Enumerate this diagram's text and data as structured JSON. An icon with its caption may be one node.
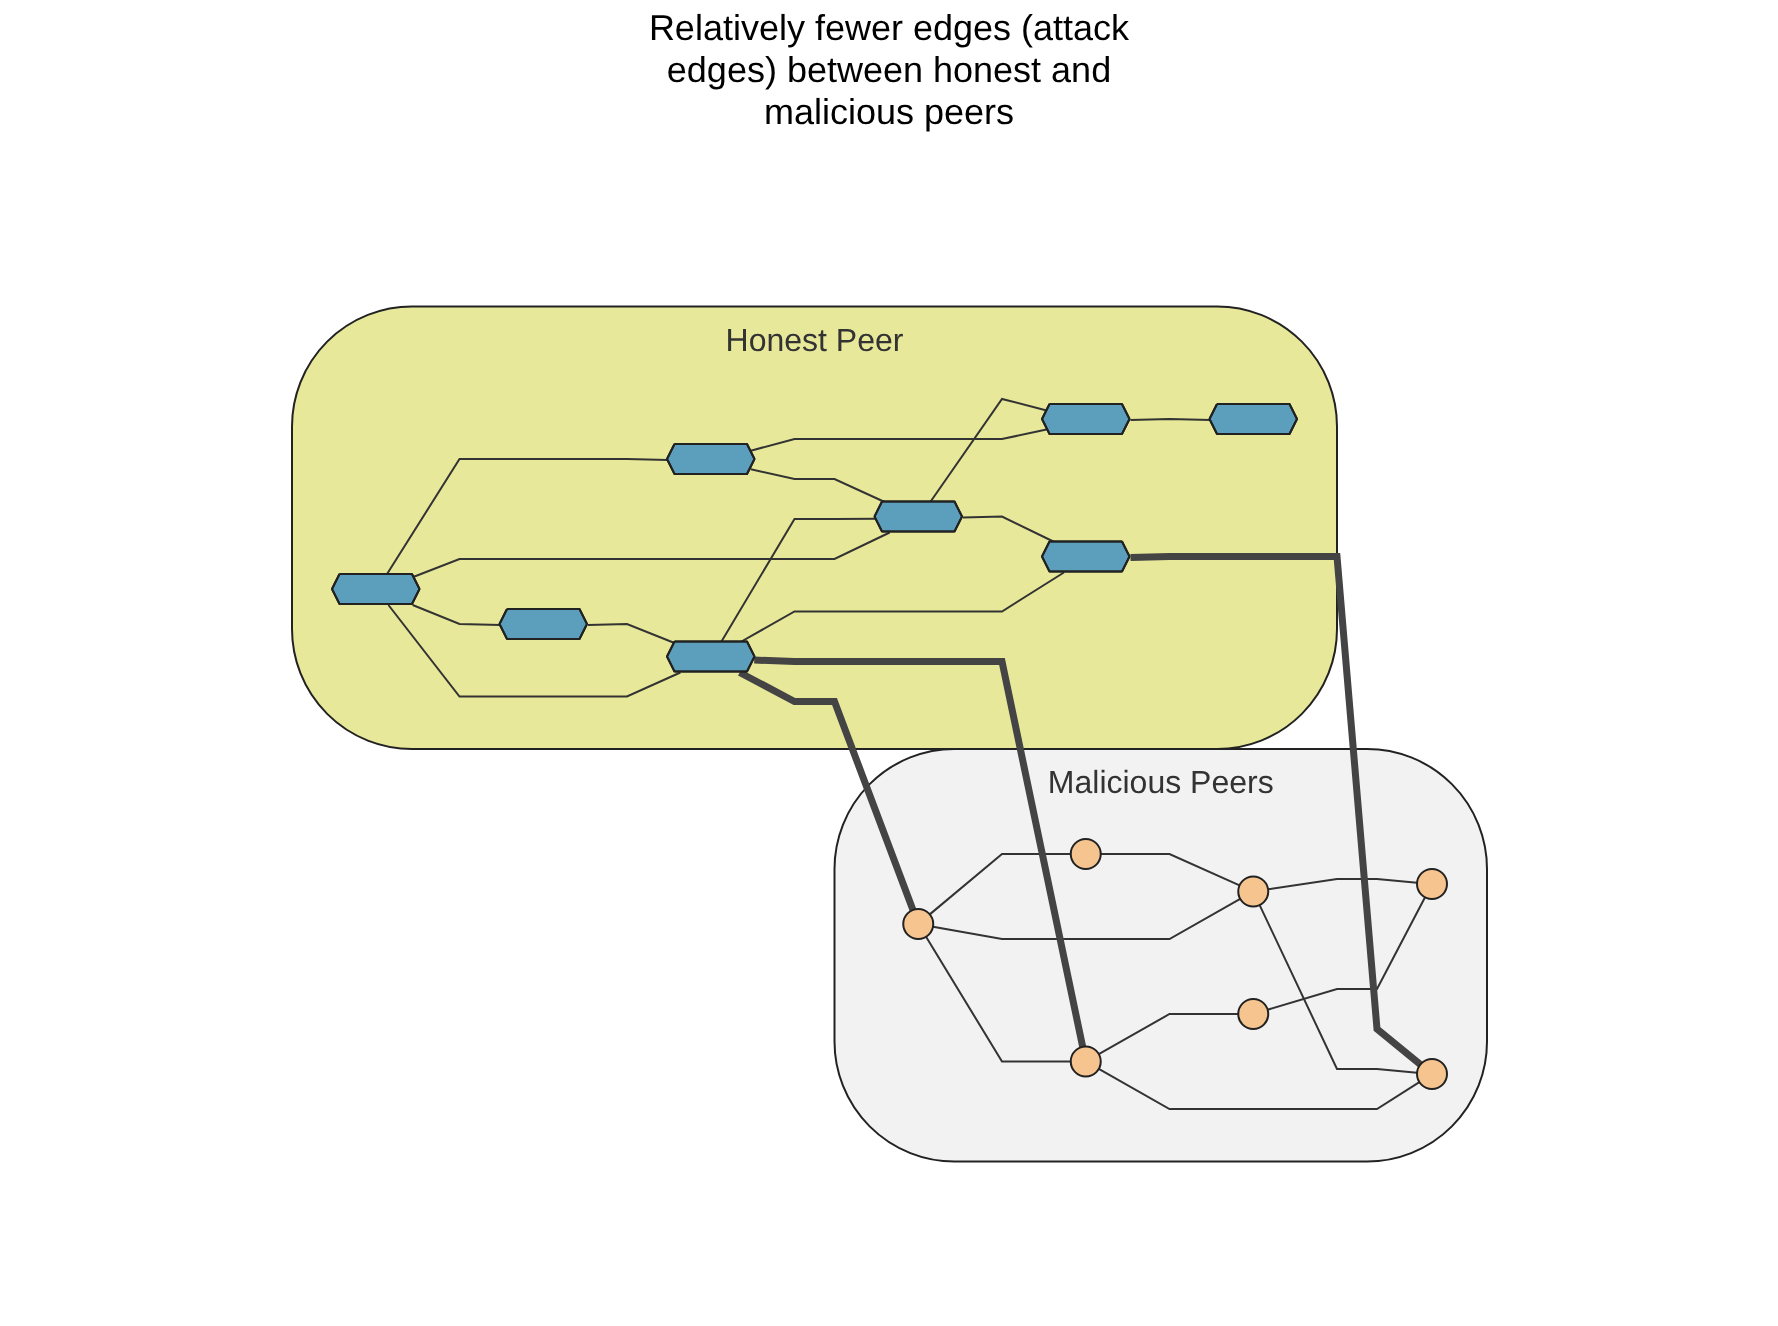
{
  "diagram": {
    "nodes": [
      {
        "text": [
          "Honest Peer"
        ]
      },
      {
        "text": [],
        "shape": "pentagon",
        "in": 0
      },
      {
        "text": [],
        "shape": "pentagon",
        "in": 0
      },
      {
        "text": [],
        "shape": "pentagon",
        "in": 0
      },
      {
        "text": [],
        "shape": "pentagon",
        "in": 0
      },
      {
        "text": [],
        "shape": "pentagon",
        "in": 0
      },
      {
        "text": [],
        "shape": "pentagon",
        "in": 0
      },
      {
        "text": [],
        "shape": "pentagon",
        "in": 0
      },
      {
        "text": [],
        "shape": "pentagon",
        "in": 0
      },
      {
        "text": [
          "Malicious Peers"
        ]
      },
      {
        "text": [],
        "shape": "circle",
        "in": 9
      },
      {
        "text": [],
        "shape": "circle",
        "in": 9
      },
      {
        "text": [],
        "shape": "circle",
        "in": 9
      },
      {
        "text": [],
        "shape": "circle",
        "in": 9
      },
      {
        "text": [],
        "shape": "circle",
        "in": 9
      },
      {
        "text": [],
        "shape": "circle",
        "in": 9
      },
      {
        "text": [],
        "shape": "circle",
        "in": 9
      }
    ],
    "edges": [
      {
        "from": 1,
        "to": 2,
        "arrow": "none"
      },
      {
        "from": 1,
        "to": 3,
        "arrow": "none"
      },
      {
        "from": 1,
        "to": 4,
        "arrow": "none"
      },
      {
        "from": 1,
        "to": 5,
        "arrow": "none"
      },
      {
        "from": 2,
        "to": 3,
        "arrow": "none"
      },
      {
        "from": 3,
        "to": 5,
        "arrow": "none"
      },
      {
        "from": 3,
        "to": 6,
        "arrow": "none"
      },
      {
        "from": 4,
        "to": 5,
        "arrow": "none"
      },
      {
        "from": 4,
        "to": 7,
        "arrow": "none"
      },
      {
        "from": 5,
        "to": 7,
        "arrow": "none"
      },
      {
        "from": 5,
        "to": 6,
        "arrow": "none"
      },
      {
        "from": 7,
        "to": 8,
        "arrow": "none"
      },
      {
        "from": 10,
        "to": 11,
        "arrow": "none"
      },
      {
        "from": 10,
        "to": 12,
        "arrow": "none"
      },
      {
        "from": 10,
        "to": 14,
        "arrow": "none"
      },
      {
        "from": 11,
        "to": 14,
        "arrow": "none"
      },
      {
        "from": 12,
        "to": 13,
        "arrow": "none"
      },
      {
        "from": 12,
        "to": 16,
        "arrow": "none"
      },
      {
        "from": 13,
        "to": 15,
        "arrow": "none"
      },
      {
        "from": 14,
        "to": 15,
        "arrow": "none"
      },
      {
        "from": 14,
        "to": 16,
        "arrow": "none"
      },
      {
        "from": 3,
        "to": 10,
        "arrow": "none",
        "style": "thick",
        "color": "#444444"
      },
      {
        "from": 3,
        "to": 12,
        "arrow": "none",
        "style": "thick",
        "color": "#444444"
      },
      {
        "from": 6,
        "to": 16,
        "arrow": "none",
        "style": "thick",
        "color": "#444444"
      }
    ],
    "labels": [
      "Relatively fewer edges (attack edges) between honest and malicious peers"
    ]
  }
}
